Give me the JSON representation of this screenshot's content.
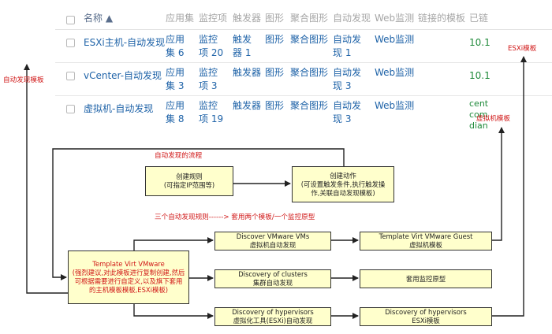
{
  "table": {
    "headers": [
      "名称 ▲",
      "应用集",
      "监控项",
      "触发器",
      "图形",
      "聚合图形",
      "自动发现",
      "Web监测",
      "链接的模板",
      "已链"
    ],
    "rows": [
      {
        "name": "ESXi主机-自动发现",
        "apps": [
          "应用",
          "集 6"
        ],
        "items": [
          "监控",
          "项 20"
        ],
        "triggers": [
          "触发",
          "器 1"
        ],
        "graphs": "图形",
        "screens": "聚合图形",
        "discovery": [
          "自动发",
          "现 1"
        ],
        "web": "Web监测",
        "linked": "10.1"
      },
      {
        "name": "vCenter-自动发现",
        "apps": [
          "应用",
          "集 3"
        ],
        "items": [
          "监控",
          "项 3"
        ],
        "triggers": [
          "触发器"
        ],
        "graphs": "图形",
        "screens": "聚合图形",
        "discovery": [
          "自动发",
          "现 3"
        ],
        "web": "Web监测",
        "linked": "10.1"
      },
      {
        "name": "虚拟机-自动发现",
        "apps": [
          "应用",
          "集 8"
        ],
        "items": [
          "监控",
          "项 19"
        ],
        "triggers": [
          "触发器"
        ],
        "graphs": "图形",
        "screens": "聚合图形",
        "discovery": [
          "自动发",
          "现 3"
        ],
        "web": "Web监测",
        "linked_lines": [
          "cent",
          "com",
          "dian"
        ]
      }
    ]
  },
  "labels": {
    "left": "自动发现模板",
    "esxi": "ESXi模板",
    "vm": "虚拟机模板",
    "flow": "自动发现的流程",
    "rules": "三个自动发现规则------> 套用两个模板/一个监控原型"
  },
  "boxes": {
    "create_rule": [
      "创建规则",
      "(可指定IP范围等)"
    ],
    "create_action": [
      "创建动作",
      "(可设置触发条件,执行触发操",
      "作,关联自动发现模板)"
    ],
    "template_vmware": [
      "Template Virt VMware",
      "(强烈建议,对此模板进行复制创建,然后",
      "可根据需要进行自定义,以及旗下套用",
      "的主机模板模板,ESXi模板)"
    ],
    "discover_vms": [
      "Discover VMware VMs",
      "虚拟机自动发现"
    ],
    "discover_clusters": [
      "Discovery of clusters",
      "集群自动发现"
    ],
    "discover_hypervisors": [
      "Discovery of hypervisors",
      "虚拟化工具(ESXi)自动发现"
    ],
    "template_guest": [
      "Template Virt VMware Guest",
      "虚拟机模板"
    ],
    "monitor_proto": [
      "套用监控原型"
    ],
    "esxi_template": [
      "Discovery of hypervisors",
      "ESXi模板"
    ]
  },
  "colors": {
    "accent_red": "#d01515",
    "link_blue": "#1f63a8",
    "box_yellow": "#ffffcc"
  }
}
